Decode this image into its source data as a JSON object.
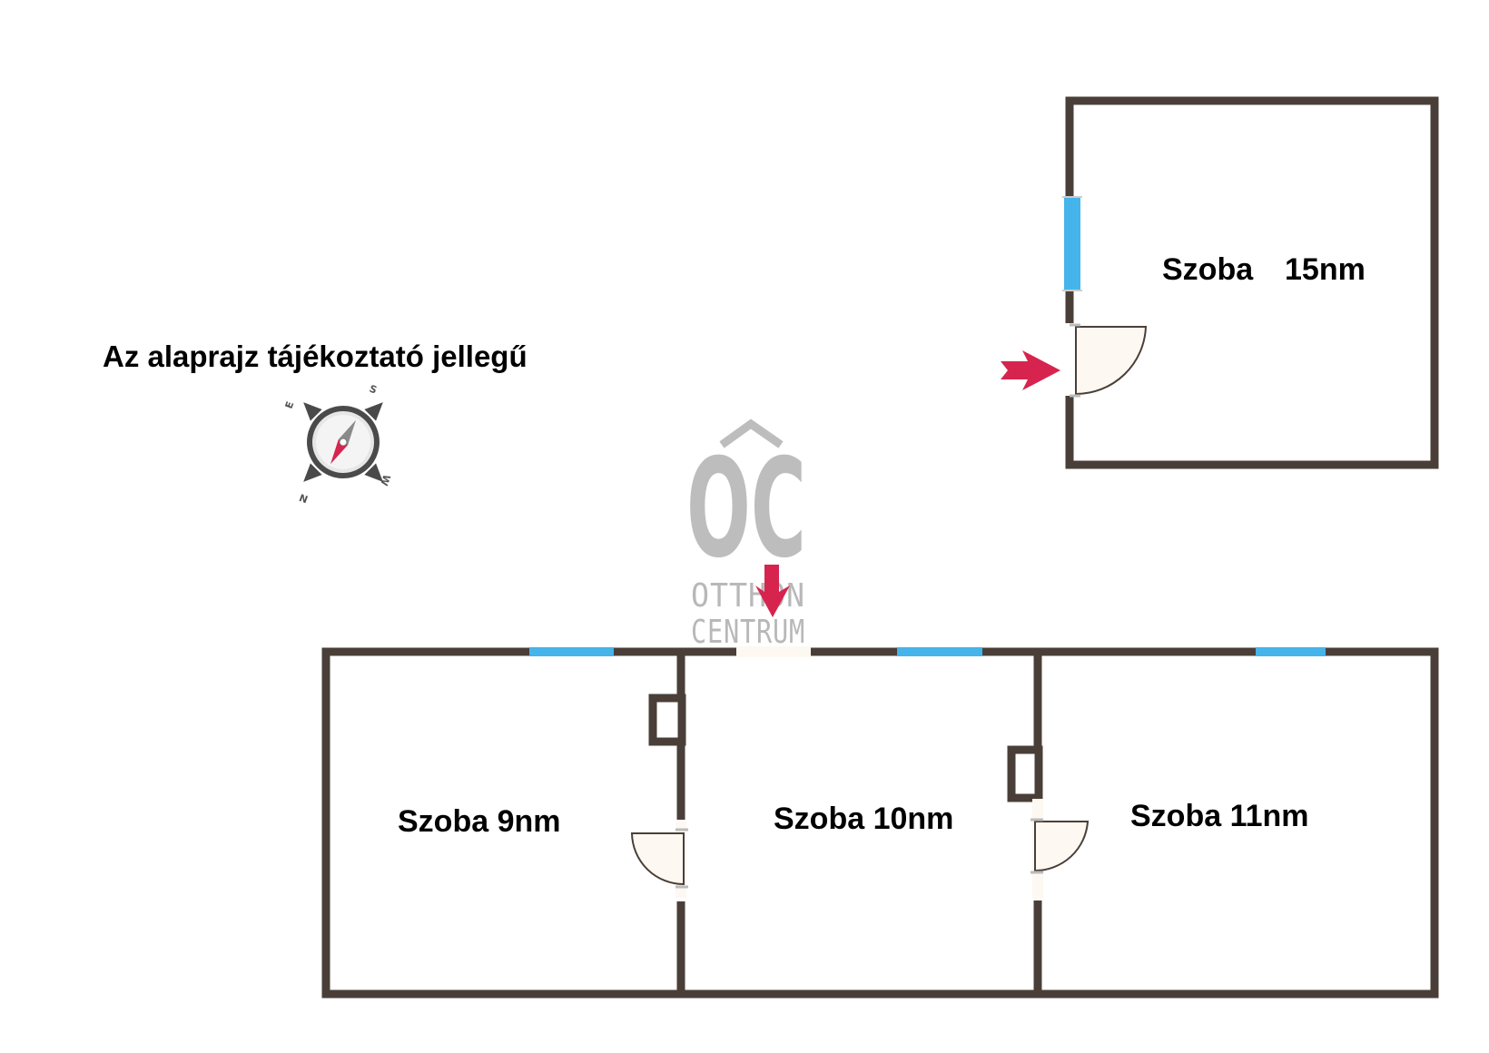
{
  "disclaimer": "Az alaprajz tájékoztató jellegű",
  "rooms": [
    {
      "id": "top-right",
      "name": "Szoba",
      "area": "15nm"
    },
    {
      "id": "bottom-left",
      "label": "Szoba 9nm"
    },
    {
      "id": "bottom-middle",
      "label": "Szoba 10nm"
    },
    {
      "id": "bottom-right",
      "label": "Szoba 11nm"
    }
  ],
  "compass": {
    "letters": [
      "S",
      "E",
      "N",
      "W"
    ]
  },
  "logo": {
    "monogram": "OC",
    "line1": "OTTHON",
    "line2": "CENTRUM"
  },
  "colors": {
    "wall": "#4a3f38",
    "window": "#45b4ea",
    "door_fill": "#fdf8f2",
    "entrance_arrow": "#d6244f",
    "logo": "#bdbdbd"
  },
  "icons": [
    "compass-icon",
    "entrance-arrow-icon"
  ]
}
